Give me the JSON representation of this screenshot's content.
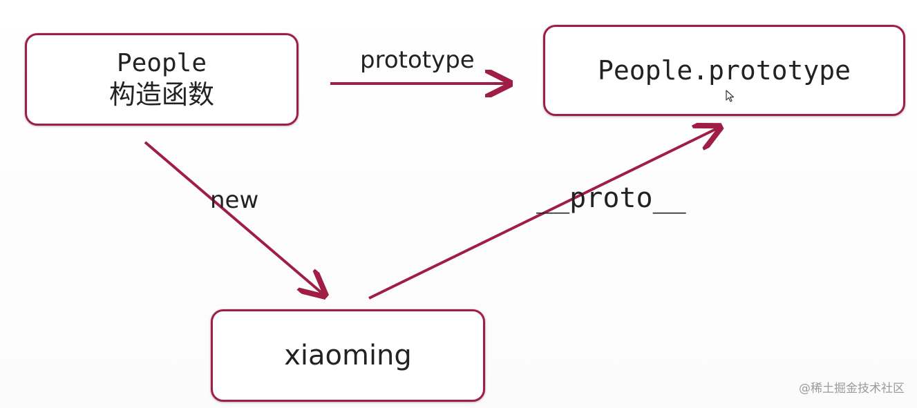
{
  "nodes": {
    "people": {
      "name": "People",
      "subtitle": "构造函数"
    },
    "people_prototype": {
      "name": "People.prototype"
    },
    "xiaoming": {
      "name": "xiaoming"
    }
  },
  "edges": {
    "prototype": "prototype",
    "new": "new",
    "proto": "__proto__"
  },
  "colors": {
    "accent": "#9e1e45",
    "text": "#222222"
  },
  "icons": {
    "cursor": "mouse-pointer-icon"
  },
  "watermark": "@稀土掘金技术社区"
}
